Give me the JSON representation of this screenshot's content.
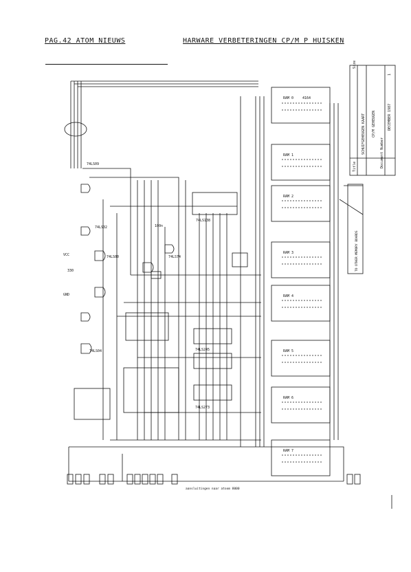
{
  "header": {
    "left": "PAG.42 ATOM NIEUWS",
    "right": "HARWARE VERBETERINGEN CP/M   P HUISKEN"
  },
  "title_block": {
    "title_label": "Title",
    "title_value": "CP/M GEHEUGEN",
    "subtitle": "SCHUIFGEHEUGEN KAART",
    "size_label": "Size",
    "document_number": "Document Number",
    "date": "DECEMBER 1987",
    "revision": "1"
  },
  "schematic": {
    "bottom_note": "aansluitingen naar atoom 8000",
    "vertical_note": "TO OTHER MEMORY BOARDS",
    "memory_chips": [
      {
        "label": "RAM 0"
      },
      {
        "label": "RAM 1"
      },
      {
        "label": "RAM 2"
      },
      {
        "label": "RAM 3"
      },
      {
        "label": "RAM 4"
      },
      {
        "label": "RAM 5"
      },
      {
        "label": "RAM 6"
      },
      {
        "label": "RAM 7"
      }
    ],
    "part_labels": [
      "74LS09",
      "74LS32",
      "74LS138",
      "74LS00",
      "74LS74",
      "74LS04",
      "74LS245",
      "74LS273",
      "4164",
      "VCC",
      "GND"
    ],
    "resistor_label": "330",
    "capacitor_label": "100n"
  }
}
